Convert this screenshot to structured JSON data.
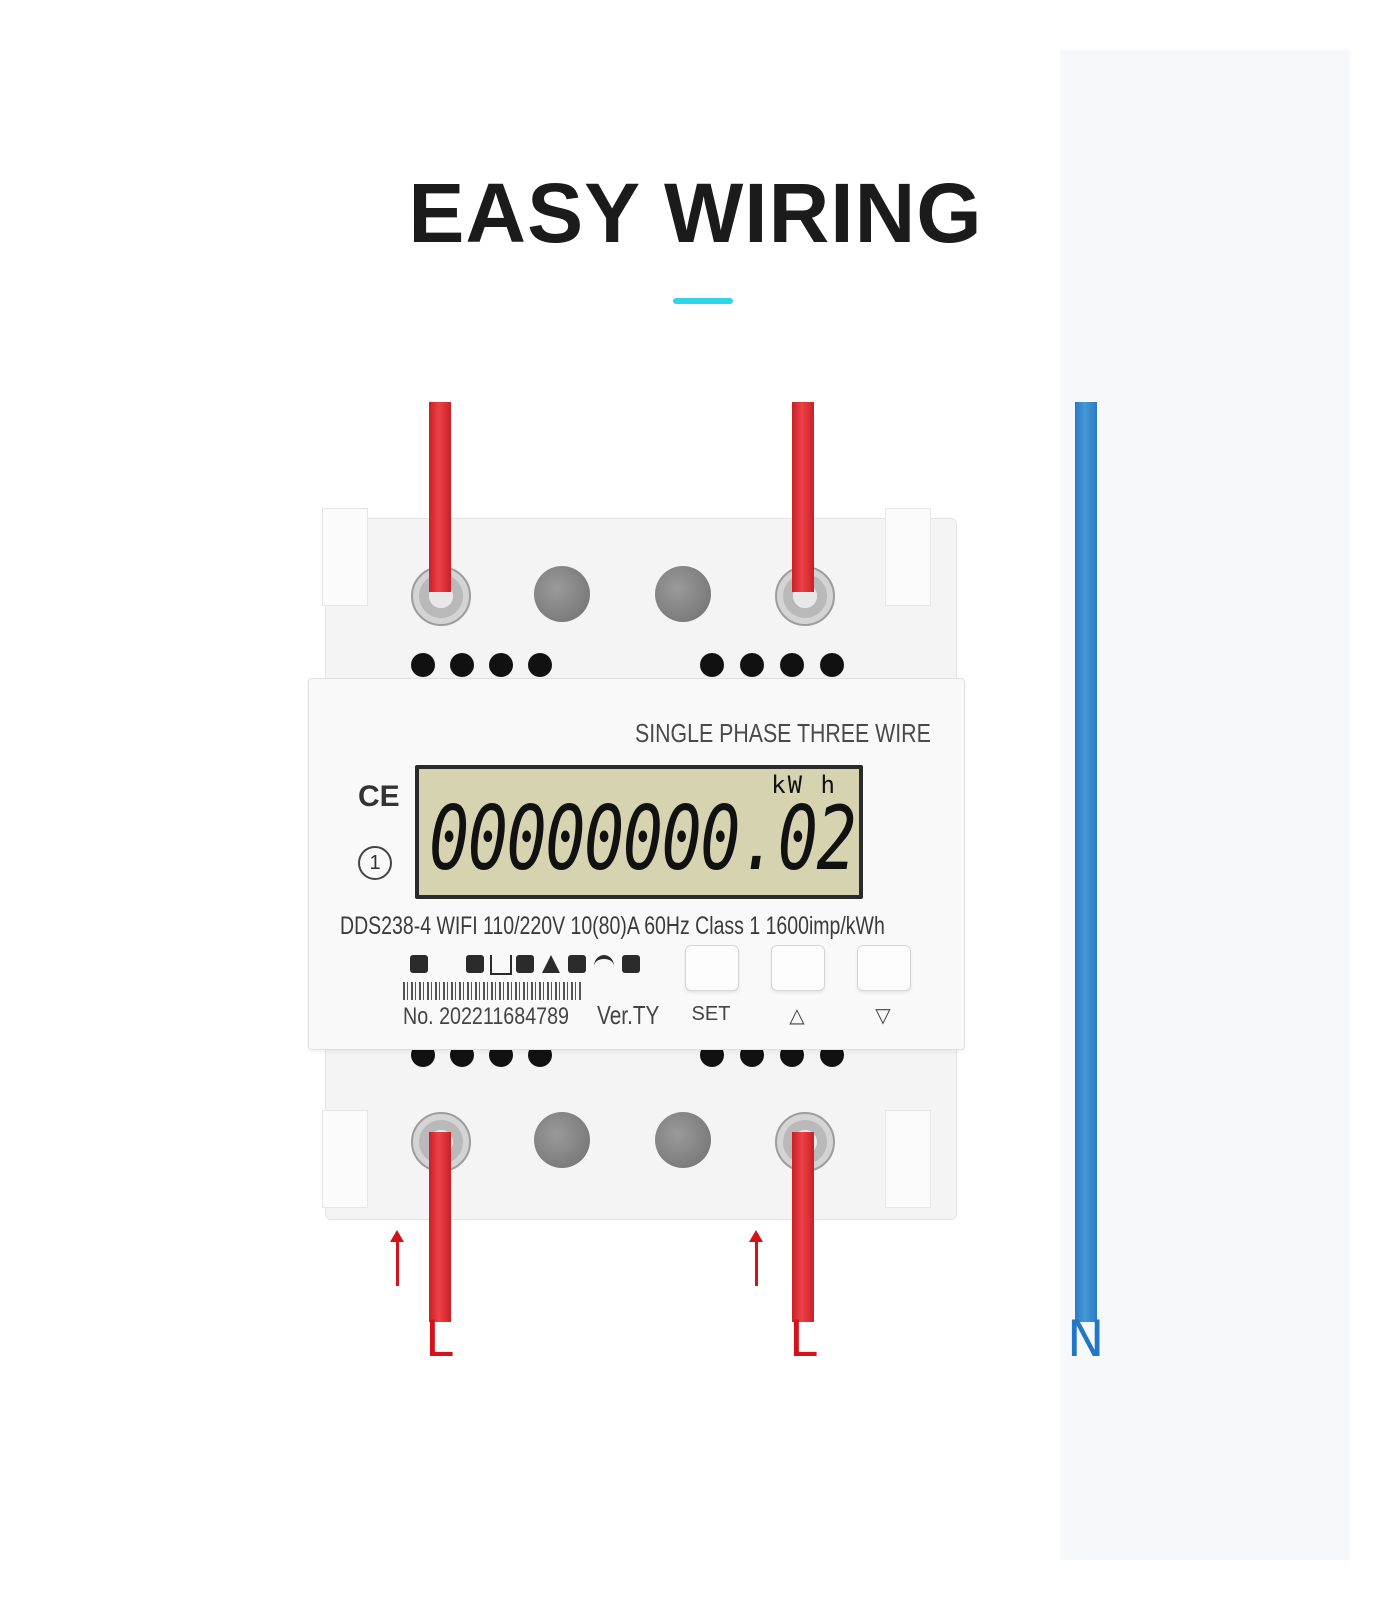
{
  "header": {
    "title": "EASY WIRING",
    "accent_color": "#2fd6e8"
  },
  "meter": {
    "wiring_type": "SINGLE PHASE THREE WIRE",
    "ce_mark": "CE",
    "accuracy_class_symbol": "1",
    "lcd": {
      "units": "kW h",
      "reading": "00000000.02"
    },
    "spec_line": "DDS238-4 WIFI 110/220V  10(80)A   60Hz Class 1  1600imp/kWh",
    "serial": "No. 202211684789",
    "version": "Ver.TY",
    "buttons": [
      {
        "label": "SET"
      },
      {
        "label": "△"
      },
      {
        "label": "▽"
      }
    ]
  },
  "wires": {
    "line_color": "#e63a40",
    "neutral_color": "#3a89cc",
    "labels": [
      {
        "text": "L",
        "color": "#d4121a"
      },
      {
        "text": "L",
        "color": "#d4121a"
      },
      {
        "text": "N",
        "color": "#2277c4"
      }
    ]
  }
}
